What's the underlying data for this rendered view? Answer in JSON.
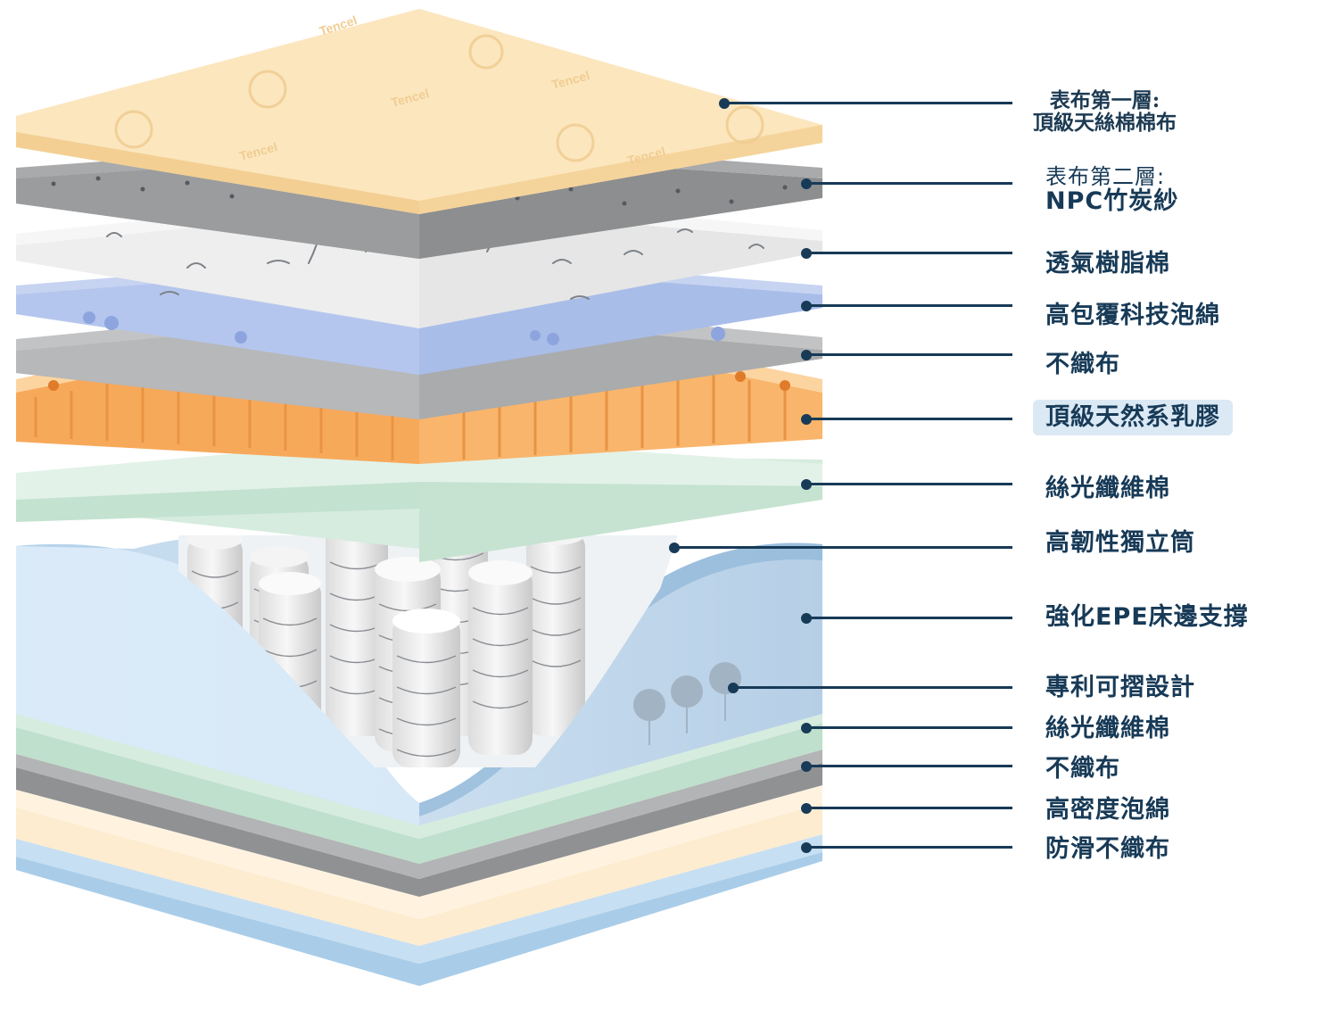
{
  "layers": [
    {
      "id": "cover-1",
      "lines": [
        "表布第一層:",
        "頂級天絲棉棉布"
      ]
    },
    {
      "id": "cover-2",
      "lines": [
        "表布第二層:",
        "NPC竹炭紗"
      ]
    },
    {
      "id": "resin-cotton",
      "lines": [
        "透氣樹脂棉"
      ]
    },
    {
      "id": "tech-foam",
      "lines": [
        "高包覆科技泡綿"
      ]
    },
    {
      "id": "nonwoven-1",
      "lines": [
        "不織布"
      ]
    },
    {
      "id": "latex",
      "lines": [
        "頂級天然系乳膠"
      ],
      "highlighted": true
    },
    {
      "id": "fiber-1",
      "lines": [
        "絲光纖維棉"
      ]
    },
    {
      "id": "pocket-springs",
      "lines": [
        "高韌性獨立筒"
      ]
    },
    {
      "id": "epe-edge",
      "lines": [
        "強化EPE床邊支撐"
      ]
    },
    {
      "id": "foldable",
      "lines": [
        "專利可摺設計"
      ]
    },
    {
      "id": "fiber-2",
      "lines": [
        "絲光纖維棉"
      ]
    },
    {
      "id": "nonwoven-2",
      "lines": [
        "不織布"
      ]
    },
    {
      "id": "hd-foam",
      "lines": [
        "高密度泡綿"
      ]
    },
    {
      "id": "antislip",
      "lines": [
        "防滑不織布"
      ]
    }
  ],
  "logo_text": "Tencel",
  "colors": {
    "navy": "#173a57",
    "cover": "#fbe3b9",
    "charcoal": "#9a9c9e",
    "white_layer": "#efefef",
    "blue_foam": "#b9c9ee",
    "gray": "#b5b5b5",
    "latex": "#f9b56b",
    "mint": "#cfe8d8",
    "epe": "#bcd6ec",
    "cream": "#fdecd0",
    "sky": "#c7dff2",
    "highlight": "#dbe9f5"
  }
}
